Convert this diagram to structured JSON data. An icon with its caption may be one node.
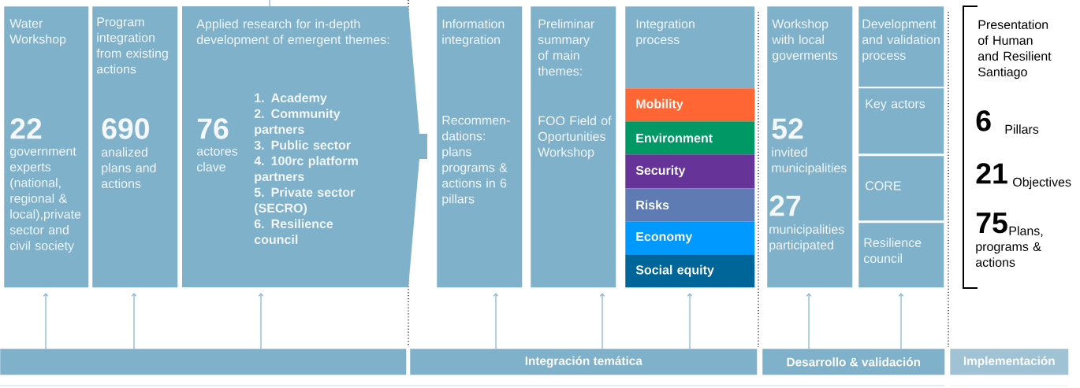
{
  "diagram": {
    "nodes": [
      {
        "text": [],
        "shape": "bar"
      },
      {
        "text": [
          "Integración temática"
        ]
      },
      {
        "text": [
          "Desarrollo & validación"
        ]
      },
      {
        "text": [
          "Implementación"
        ]
      },
      {
        "text": [
          "Water Workshop",
          "22",
          "government experts (national, regional & local),private sector and civil society"
        ]
      },
      {
        "text": [
          "Program integration from existing actions",
          "690",
          "analized plans and actions"
        ]
      },
      {
        "text": [
          "Applied research for in-depth development of emergent themes:",
          "76",
          "actores clave",
          "1. Academy",
          "2. Community partners",
          "3. Public sector",
          "4. 100rc platform partners",
          "5. Private sector (SECRO)",
          "6. Resilience council"
        ]
      },
      {
        "text": [
          "Information integration",
          "Recommen-dations: plans programs & actions in 6 pillars"
        ]
      },
      {
        "text": [
          "Preliminar summary of main themes:",
          "FOO Field of Oportunities Workshop"
        ]
      },
      {
        "text": [
          "Integration process"
        ]
      },
      {
        "text": [
          "Mobility"
        ]
      },
      {
        "text": [
          "Environment"
        ]
      },
      {
        "text": [
          "Security"
        ]
      },
      {
        "text": [
          "Risks"
        ]
      },
      {
        "text": [
          "Economy"
        ]
      },
      {
        "text": [
          "Social equity"
        ]
      },
      {
        "text": [
          "Workshop with local goverments",
          "52",
          "invited municipalities",
          "27",
          "municipalities participated"
        ]
      },
      {
        "text": [
          "Development and validation process"
        ]
      },
      {
        "text": [
          "Key actors"
        ]
      },
      {
        "text": [
          "CORE"
        ]
      },
      {
        "text": [
          "Resilience council"
        ]
      }
    ],
    "edges": [
      {
        "from": 0,
        "to": 4,
        "arrow": "to"
      },
      {
        "from": 0,
        "to": 5,
        "arrow": "to"
      },
      {
        "from": 0,
        "to": 6,
        "arrow": "to"
      },
      {
        "from": 1,
        "to": 7,
        "arrow": "to"
      },
      {
        "from": 1,
        "to": 8,
        "arrow": "to"
      },
      {
        "from": 1,
        "to": 15,
        "arrow": "to"
      },
      {
        "from": 2,
        "to": 16,
        "arrow": "to"
      },
      {
        "from": 2,
        "to": 20,
        "arrow": "to"
      },
      {
        "from": 6,
        "to": null,
        "arrow": "none"
      }
    ],
    "labels": [
      "Presentation of Human and Resilient Santiago",
      "6",
      "Pillars",
      "21",
      "Objectives",
      "75",
      "Plans, programs & actions"
    ]
  }
}
